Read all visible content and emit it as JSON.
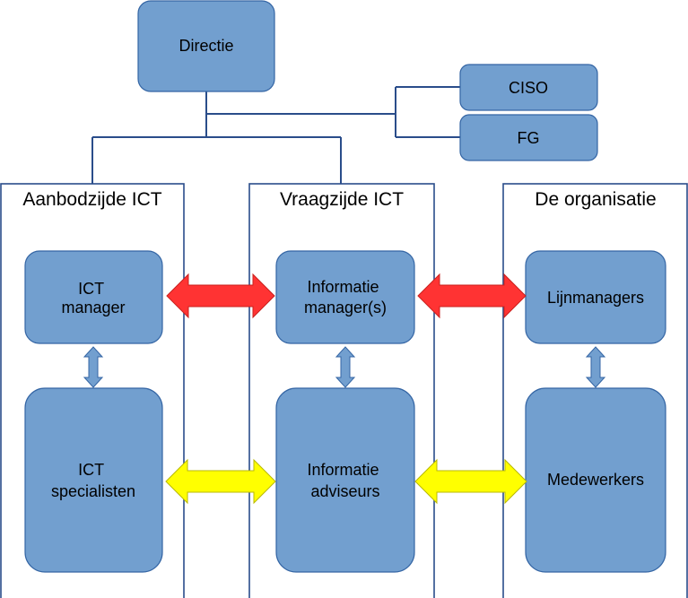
{
  "top": {
    "directie": "Directie",
    "ciso": "CISO",
    "fg": "FG"
  },
  "columns": {
    "aanbod": {
      "title": "Aanbodzijde ICT",
      "box1": [
        "ICT",
        "manager"
      ],
      "box2": [
        "ICT",
        "specialisten"
      ]
    },
    "vraag": {
      "title": "Vraagzijde ICT",
      "box1": [
        "Informatie",
        "manager(s)"
      ],
      "box2": [
        "Informatie",
        "adviseurs"
      ]
    },
    "org": {
      "title": "De organisatie",
      "box1": [
        "Lijnmanagers"
      ],
      "box2": [
        "Medewerkers"
      ]
    }
  },
  "colors": {
    "box_fill": "#729fcf",
    "red_arrow": "#ff3333",
    "yellow_arrow": "#ffff00",
    "line": "#2a4d8a"
  }
}
